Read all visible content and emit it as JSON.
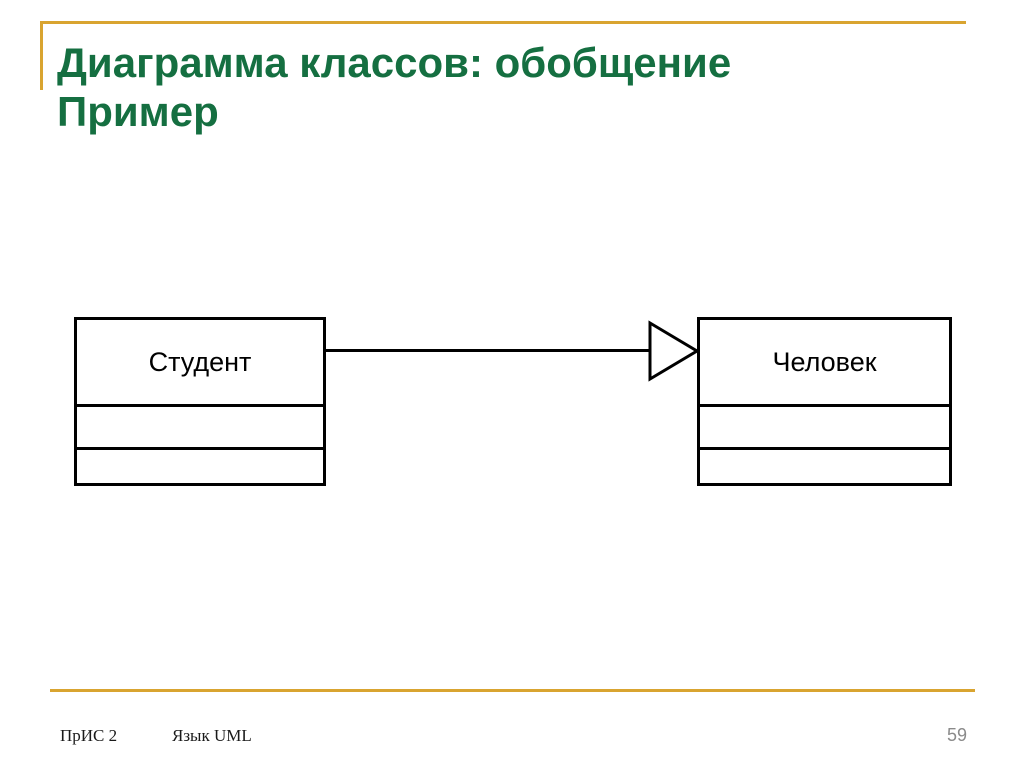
{
  "slide": {
    "title": {
      "line1": "Диаграмма классов: обобщение",
      "line2": "Пример"
    },
    "colors": {
      "title_green": "#156F41",
      "accent_gold": "#D9A430",
      "diagram_stroke": "#000000",
      "page_number_gray": "#8A8A8A"
    }
  },
  "diagram": {
    "type": "uml-class-diagram",
    "relation": "generalization",
    "classes": [
      {
        "name": "Студент"
      },
      {
        "name": "Человек"
      }
    ],
    "edge": {
      "from": "Студент",
      "to": "Человек",
      "arrowhead": "hollow-triangle"
    }
  },
  "footer": {
    "course": "ПрИС 2",
    "subject": "Язык UML",
    "page_number": "59"
  }
}
